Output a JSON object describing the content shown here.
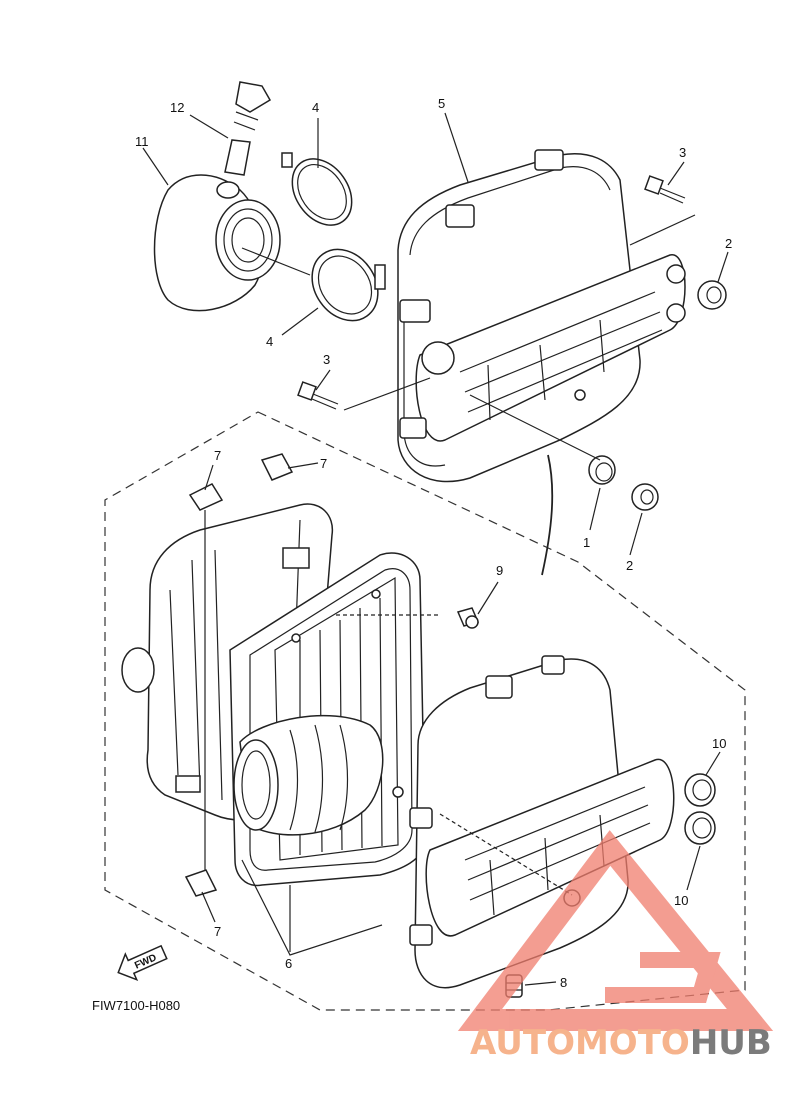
{
  "diagram": {
    "code": "FIW7100-H080",
    "fwd_label": "FWD",
    "labels": {
      "l1": "1",
      "l2a": "2",
      "l2b": "2",
      "l3a": "3",
      "l3b": "3",
      "l4a": "4",
      "l4b": "4",
      "l5": "5",
      "l6": "6",
      "l7a": "7",
      "l7b": "7",
      "l7c": "7",
      "l8": "8",
      "l9": "9",
      "l10a": "10",
      "l10b": "10",
      "l11": "11",
      "l12": "12"
    }
  },
  "watermark": {
    "part1": "AUTOMOTO",
    "part2": "HUB",
    "colors": {
      "logo": "#f07d6d",
      "text_a": "#f6b38c",
      "text_b": "#7b7b7b"
    }
  }
}
